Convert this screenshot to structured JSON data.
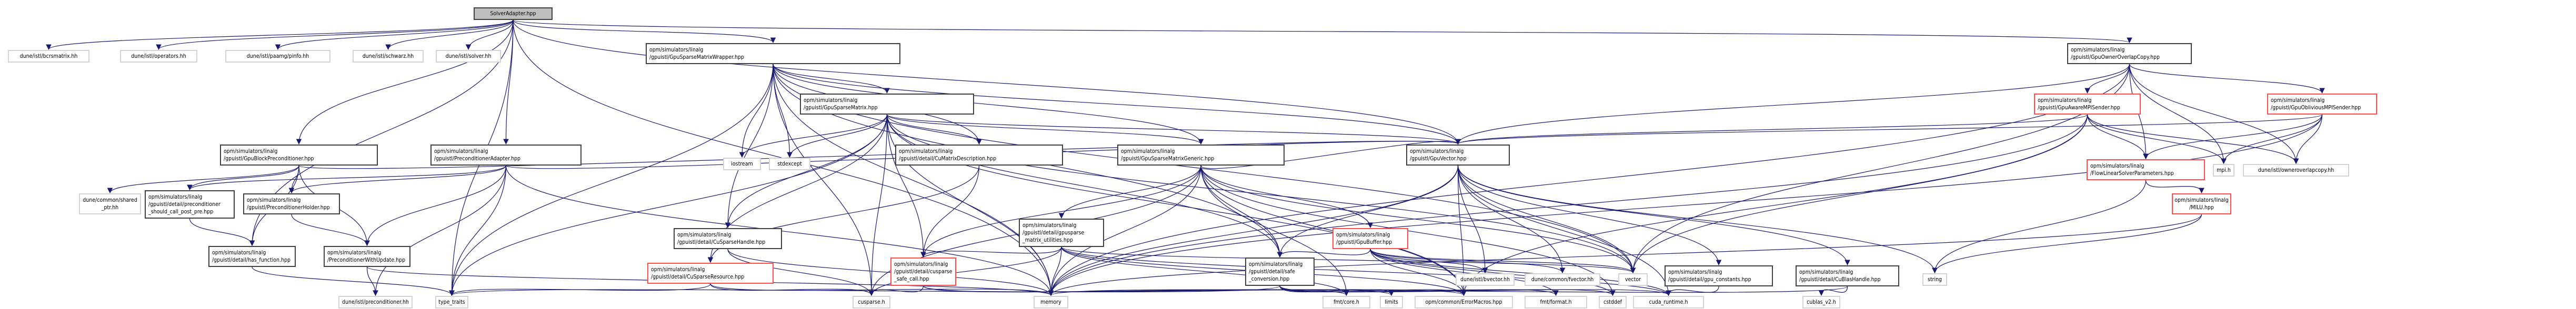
{
  "graph": {
    "title": "SolverAdapter.hpp",
    "edge_color": "#191970",
    "border_colors": {
      "root_fill": "#bfbfbf",
      "documented": "#404040",
      "external": "#d3d3d3",
      "truncated": "#ff4d4d"
    },
    "nodes": [
      {
        "id": "root",
        "kind": "root",
        "lines": [
          "SolverAdapter.hpp"
        ]
      },
      {
        "id": "bcrsmatrix",
        "kind": "ext",
        "lines": [
          "dune/istl/bcrsmatrix.hh"
        ]
      },
      {
        "id": "operators",
        "kind": "ext",
        "lines": [
          "dune/istl/operators.hh"
        ]
      },
      {
        "id": "pinfo",
        "kind": "ext",
        "lines": [
          "dune/istl/paamg/pinfo.hh"
        ]
      },
      {
        "id": "schwarz",
        "kind": "ext",
        "lines": [
          "dune/istl/schwarz.hh"
        ]
      },
      {
        "id": "solver",
        "kind": "ext",
        "lines": [
          "dune/istl/solver.hh"
        ]
      },
      {
        "id": "wrapper",
        "kind": "doc",
        "lines": [
          "opm/simulators/linalg",
          "/gpuistl/GpuSparseMatrixWrapper.hpp"
        ]
      },
      {
        "id": "ownercopy_gpu",
        "kind": "doc",
        "lines": [
          "opm/simulators/linalg",
          "/gpuistl/GpuOwnerOverlapCopy.hpp"
        ]
      },
      {
        "id": "sparse",
        "kind": "doc",
        "lines": [
          "opm/simulators/linalg",
          "/gpuistl/GpuSparseMatrix.hpp"
        ]
      },
      {
        "id": "aware",
        "kind": "red",
        "lines": [
          "opm/simulators/linalg",
          "/gpuistl/GpuAwareMPISender.hpp"
        ]
      },
      {
        "id": "oblivious",
        "kind": "red",
        "lines": [
          "opm/simulators/linalg",
          "/gpuistl/GpuObliviousMPISender.hpp"
        ]
      },
      {
        "id": "blockprec",
        "kind": "doc",
        "lines": [
          "opm/simulators/linalg",
          "/gpuistl/GpuBlockPreconditioner.hpp"
        ]
      },
      {
        "id": "precadapter",
        "kind": "doc",
        "lines": [
          "opm/simulators/linalg",
          "/gpuistl/PreconditionerAdapter.hpp"
        ]
      },
      {
        "id": "iostream",
        "kind": "ext",
        "lines": [
          "iostream"
        ]
      },
      {
        "id": "stdexcept",
        "kind": "ext",
        "lines": [
          "stdexcept"
        ]
      },
      {
        "id": "cumatdesc",
        "kind": "doc",
        "lines": [
          "opm/simulators/linalg",
          "/gpuistl/detail/CuMatrixDescription.hpp"
        ]
      },
      {
        "id": "generic",
        "kind": "doc",
        "lines": [
          "opm/simulators/linalg",
          "/gpuistl/GpuSparseMatrixGeneric.hpp"
        ]
      },
      {
        "id": "gpuvector",
        "kind": "doc",
        "lines": [
          "opm/simulators/linalg",
          "/gpuistl/GpuVector.hpp"
        ]
      },
      {
        "id": "flowparams",
        "kind": "red",
        "lines": [
          "opm/simulators/linalg",
          "/FlowLinearSolverParameters.hpp"
        ]
      },
      {
        "id": "mpi",
        "kind": "ext",
        "lines": [
          "mpi.h"
        ]
      },
      {
        "id": "owneroverlap",
        "kind": "ext",
        "lines": [
          "dune/istl/owneroverlapcopy.hh"
        ]
      },
      {
        "id": "milu",
        "kind": "red",
        "center": true,
        "lines": [
          "opm/simulators/linalg",
          "/MILU.hpp"
        ]
      },
      {
        "id": "sharedptr",
        "kind": "ext",
        "lines": [
          "dune/common/shared",
          "_ptr.hh"
        ]
      },
      {
        "id": "postpre",
        "kind": "doc",
        "lines": [
          "opm/simulators/linalg",
          "/gpuistl/detail/preconditioner",
          "_should_call_post_pre.hpp"
        ]
      },
      {
        "id": "precholder",
        "kind": "doc",
        "lines": [
          "opm/simulators/linalg",
          "/gpuistl/PreconditionerHolder.hpp"
        ]
      },
      {
        "id": "cusparsehandle",
        "kind": "doc",
        "lines": [
          "opm/simulators/linalg",
          "/gpuistl/detail/CuSparseHandle.hpp"
        ]
      },
      {
        "id": "utilities",
        "kind": "doc",
        "lines": [
          "opm/simulators/linalg",
          "/gpuistl/detail/gpusparse",
          "_matrix_utilities.hpp"
        ]
      },
      {
        "id": "gpubuffer",
        "kind": "red",
        "lines": [
          "opm/simulators/linalg",
          "/gpuistl/GpuBuffer.hpp"
        ]
      },
      {
        "id": "hasfunction",
        "kind": "doc",
        "lines": [
          "opm/simulators/linalg",
          "/gpuistl/detail/has_function.hpp"
        ]
      },
      {
        "id": "precupdate",
        "kind": "doc",
        "lines": [
          "opm/simulators/linalg",
          "/PreconditionerWithUpdate.hpp"
        ]
      },
      {
        "id": "cusparseres",
        "kind": "red",
        "lines": [
          "opm/simulators/linalg",
          "/gpuistl/detail/CuSparseResource.hpp"
        ]
      },
      {
        "id": "safecall",
        "kind": "red",
        "lines": [
          "opm/simulators/linalg",
          "/gpuistl/detail/cusparse",
          "_safe_call.hpp"
        ]
      },
      {
        "id": "safeconv",
        "kind": "doc",
        "lines": [
          "opm/simulators/linalg",
          "/gpuistl/detail/safe",
          "_conversion.hpp"
        ]
      },
      {
        "id": "bvector",
        "kind": "ext",
        "lines": [
          "dune/istl/bvector.hh"
        ]
      },
      {
        "id": "fvector",
        "kind": "ext",
        "lines": [
          "dune/common/fvector.hh"
        ]
      },
      {
        "id": "vector",
        "kind": "ext",
        "lines": [
          "vector"
        ]
      },
      {
        "id": "gpuconst",
        "kind": "doc",
        "lines": [
          "opm/simulators/linalg",
          "/gpuistl/detail/gpu_constants.hpp"
        ]
      },
      {
        "id": "cublashandle",
        "kind": "doc",
        "lines": [
          "opm/simulators/linalg",
          "/gpuistl/detail/CuBlasHandle.hpp"
        ]
      },
      {
        "id": "string",
        "kind": "ext",
        "lines": [
          "string"
        ]
      },
      {
        "id": "prechh",
        "kind": "ext",
        "lines": [
          "dune/istl/preconditioner.hh"
        ]
      },
      {
        "id": "typetraits",
        "kind": "ext",
        "lines": [
          "type_traits"
        ]
      },
      {
        "id": "cusparseh",
        "kind": "ext",
        "lines": [
          "cusparse.h"
        ]
      },
      {
        "id": "memory",
        "kind": "ext",
        "lines": [
          "memory"
        ]
      },
      {
        "id": "fmtcore",
        "kind": "ext",
        "lines": [
          "fmt/core.h"
        ]
      },
      {
        "id": "limits",
        "kind": "ext",
        "lines": [
          "limits"
        ]
      },
      {
        "id": "errormacros",
        "kind": "ext",
        "lines": [
          "opm/common/ErrorMacros.hpp"
        ]
      },
      {
        "id": "fmtformat",
        "kind": "ext",
        "lines": [
          "fmt/format.h"
        ]
      },
      {
        "id": "cstddef",
        "kind": "ext",
        "lines": [
          "cstddef"
        ]
      },
      {
        "id": "cudaruntime",
        "kind": "ext",
        "lines": [
          "cuda_runtime.h"
        ]
      },
      {
        "id": "cublas",
        "kind": "ext",
        "lines": [
          "cublas_v2.h"
        ]
      }
    ],
    "edges": [
      [
        "root",
        "bcrsmatrix"
      ],
      [
        "root",
        "operators"
      ],
      [
        "root",
        "pinfo"
      ],
      [
        "root",
        "schwarz"
      ],
      [
        "root",
        "solver"
      ],
      [
        "root",
        "wrapper"
      ],
      [
        "root",
        "ownercopy_gpu"
      ],
      [
        "root",
        "blockprec"
      ],
      [
        "root",
        "precadapter"
      ],
      [
        "root",
        "hasfunction"
      ],
      [
        "root",
        "memory"
      ],
      [
        "root",
        "gpuvector"
      ],
      [
        "root",
        "typetraits"
      ],
      [
        "wrapper",
        "sparse"
      ],
      [
        "wrapper",
        "iostream"
      ],
      [
        "wrapper",
        "stdexcept"
      ],
      [
        "wrapper",
        "cumatdesc"
      ],
      [
        "wrapper",
        "generic"
      ],
      [
        "wrapper",
        "gpuvector"
      ],
      [
        "wrapper",
        "cusparsehandle"
      ],
      [
        "wrapper",
        "memory"
      ],
      [
        "wrapper",
        "cusparseh"
      ],
      [
        "wrapper",
        "typetraits"
      ],
      [
        "wrapper",
        "vector"
      ],
      [
        "wrapper",
        "safeconv"
      ],
      [
        "sparse",
        "iostream"
      ],
      [
        "sparse",
        "stdexcept"
      ],
      [
        "sparse",
        "cumatdesc"
      ],
      [
        "sparse",
        "generic"
      ],
      [
        "sparse",
        "gpuvector"
      ],
      [
        "sparse",
        "cusparsehandle"
      ],
      [
        "sparse",
        "cusparseres"
      ],
      [
        "sparse",
        "safecall"
      ],
      [
        "sparse",
        "memory"
      ],
      [
        "sparse",
        "cusparseh"
      ],
      [
        "sparse",
        "errormacros"
      ],
      [
        "sparse",
        "vector"
      ],
      [
        "sparse",
        "typetraits"
      ],
      [
        "sparse",
        "safeconv"
      ],
      [
        "generic",
        "utilities"
      ],
      [
        "generic",
        "gpubuffer"
      ],
      [
        "generic",
        "gpuvector"
      ],
      [
        "generic",
        "safecall"
      ],
      [
        "generic",
        "safeconv"
      ],
      [
        "generic",
        "cusparseh"
      ],
      [
        "generic",
        "memory"
      ],
      [
        "generic",
        "errormacros"
      ],
      [
        "generic",
        "fmtcore"
      ],
      [
        "generic",
        "vector"
      ],
      [
        "generic",
        "cstddef"
      ],
      [
        "cumatdesc",
        "cusparseres"
      ],
      [
        "cumatdesc",
        "safecall"
      ],
      [
        "utilities",
        "safecall"
      ],
      [
        "utilities",
        "fmtcore"
      ],
      [
        "utilities",
        "errormacros"
      ],
      [
        "utilities",
        "memory"
      ],
      [
        "utilities",
        "cusparseh"
      ],
      [
        "utilities",
        "vector"
      ],
      [
        "utilities",
        "cudaruntime"
      ],
      [
        "cusparsehandle",
        "cusparseh"
      ],
      [
        "cusparsehandle",
        "memory"
      ],
      [
        "cusparseres",
        "cusparseh"
      ],
      [
        "cusparseres",
        "memory"
      ],
      [
        "cusparseres",
        "typetraits"
      ],
      [
        "safecall",
        "cusparseh"
      ],
      [
        "safecall",
        "fmtcore"
      ],
      [
        "safecall",
        "errormacros"
      ],
      [
        "safecall",
        "limits"
      ],
      [
        "gpubuffer",
        "safeconv"
      ],
      [
        "gpubuffer",
        "bvector"
      ],
      [
        "gpubuffer",
        "fvector"
      ],
      [
        "gpubuffer",
        "vector"
      ],
      [
        "gpubuffer",
        "errormacros"
      ],
      [
        "gpubuffer",
        "cudaruntime"
      ],
      [
        "gpubuffer",
        "fmtformat"
      ],
      [
        "gpubuffer",
        "cstddef"
      ],
      [
        "gpuvector",
        "safeconv"
      ],
      [
        "gpuvector",
        "bvector"
      ],
      [
        "gpuvector",
        "fvector"
      ],
      [
        "gpuvector",
        "vector"
      ],
      [
        "gpuvector",
        "gpuconst"
      ],
      [
        "gpuvector",
        "cublashandle"
      ],
      [
        "gpuvector",
        "string"
      ],
      [
        "gpuvector",
        "errormacros"
      ],
      [
        "gpuvector",
        "cudaruntime"
      ],
      [
        "gpuvector",
        "memory"
      ],
      [
        "safeconv",
        "limits"
      ],
      [
        "safeconv",
        "errormacros"
      ],
      [
        "safeconv",
        "fmtformat"
      ],
      [
        "safeconv",
        "cstddef"
      ],
      [
        "safeconv",
        "cudaruntime"
      ],
      [
        "safeconv",
        "typetraits"
      ],
      [
        "gpuconst",
        "cudaruntime"
      ],
      [
        "cublashandle",
        "cublas"
      ],
      [
        "cublashandle",
        "memory"
      ],
      [
        "ownercopy_gpu",
        "aware"
      ],
      [
        "ownercopy_gpu",
        "oblivious"
      ],
      [
        "ownercopy_gpu",
        "flowparams"
      ],
      [
        "ownercopy_gpu",
        "mpi"
      ],
      [
        "ownercopy_gpu",
        "owneroverlap"
      ],
      [
        "ownercopy_gpu",
        "gpuvector"
      ],
      [
        "ownercopy_gpu",
        "memory"
      ],
      [
        "ownercopy_gpu",
        "vector"
      ],
      [
        "aware",
        "flowparams"
      ],
      [
        "aware",
        "mpi"
      ],
      [
        "aware",
        "owneroverlap"
      ],
      [
        "aware",
        "gpuvector"
      ],
      [
        "aware",
        "memory"
      ],
      [
        "aware",
        "vector"
      ],
      [
        "aware",
        "errormacros"
      ],
      [
        "oblivious",
        "flowparams"
      ],
      [
        "oblivious",
        "mpi"
      ],
      [
        "oblivious",
        "owneroverlap"
      ],
      [
        "oblivious",
        "gpuvector"
      ],
      [
        "oblivious",
        "memory"
      ],
      [
        "flowparams",
        "milu"
      ],
      [
        "flowparams",
        "string"
      ],
      [
        "milu",
        "string"
      ],
      [
        "milu",
        "memory"
      ],
      [
        "blockprec",
        "sharedptr"
      ],
      [
        "blockprec",
        "postpre"
      ],
      [
        "blockprec",
        "precholder"
      ],
      [
        "blockprec",
        "precupdate"
      ],
      [
        "blockprec",
        "hasfunction"
      ],
      [
        "blockprec",
        "gpuvector"
      ],
      [
        "precadapter",
        "postpre"
      ],
      [
        "precadapter",
        "precholder"
      ],
      [
        "precadapter",
        "precupdate"
      ],
      [
        "precadapter",
        "prechh"
      ],
      [
        "precadapter",
        "typetraits"
      ],
      [
        "precadapter",
        "gpuvector"
      ],
      [
        "precadapter",
        "memory"
      ],
      [
        "postpre",
        "hasfunction"
      ],
      [
        "precholder",
        "precupdate"
      ],
      [
        "precupdate",
        "prechh"
      ],
      [
        "precupdate",
        "memory"
      ],
      [
        "hasfunction",
        "typetraits"
      ]
    ]
  }
}
